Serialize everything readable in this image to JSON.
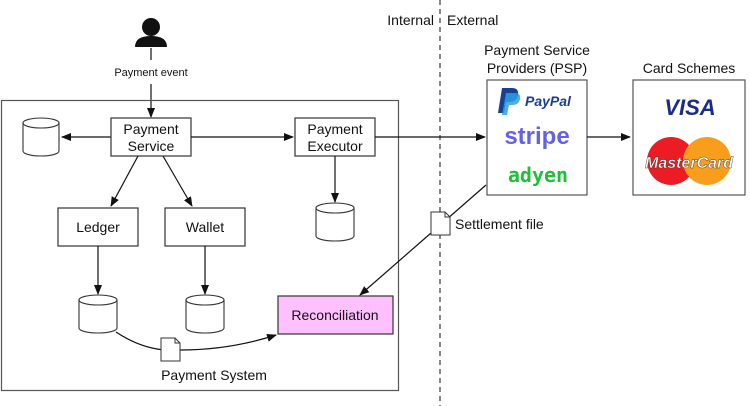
{
  "person": {
    "label": "Payment event"
  },
  "boundary": {
    "internal": "Internal",
    "external": "External"
  },
  "payment_system": {
    "label": "Payment System",
    "nodes": {
      "payment_service": [
        "Payment",
        "Service"
      ],
      "payment_executor": [
        "Payment",
        "Executor"
      ],
      "ledger": "Ledger",
      "wallet": "Wallet",
      "reconciliation": "Reconciliation"
    },
    "reconciliation_color": "#ffc0ff"
  },
  "psp": {
    "title": [
      "Payment Service",
      "Providers (PSP)"
    ],
    "providers": [
      {
        "name": "PayPal",
        "color": "#1a3f8f",
        "accent": "#2aa0e8"
      },
      {
        "name": "stripe",
        "color": "#6461e6"
      },
      {
        "name": "adyen",
        "color": "#1fbf3a"
      }
    ]
  },
  "card_schemes": {
    "title": "Card Schemes",
    "brands": [
      {
        "name": "VISA",
        "color": "#1a2b88"
      },
      {
        "name": "MasterCard",
        "red": "#eb1c24",
        "orange": "#f89d1c"
      }
    ]
  },
  "settlement": {
    "label": "Settlement file"
  }
}
